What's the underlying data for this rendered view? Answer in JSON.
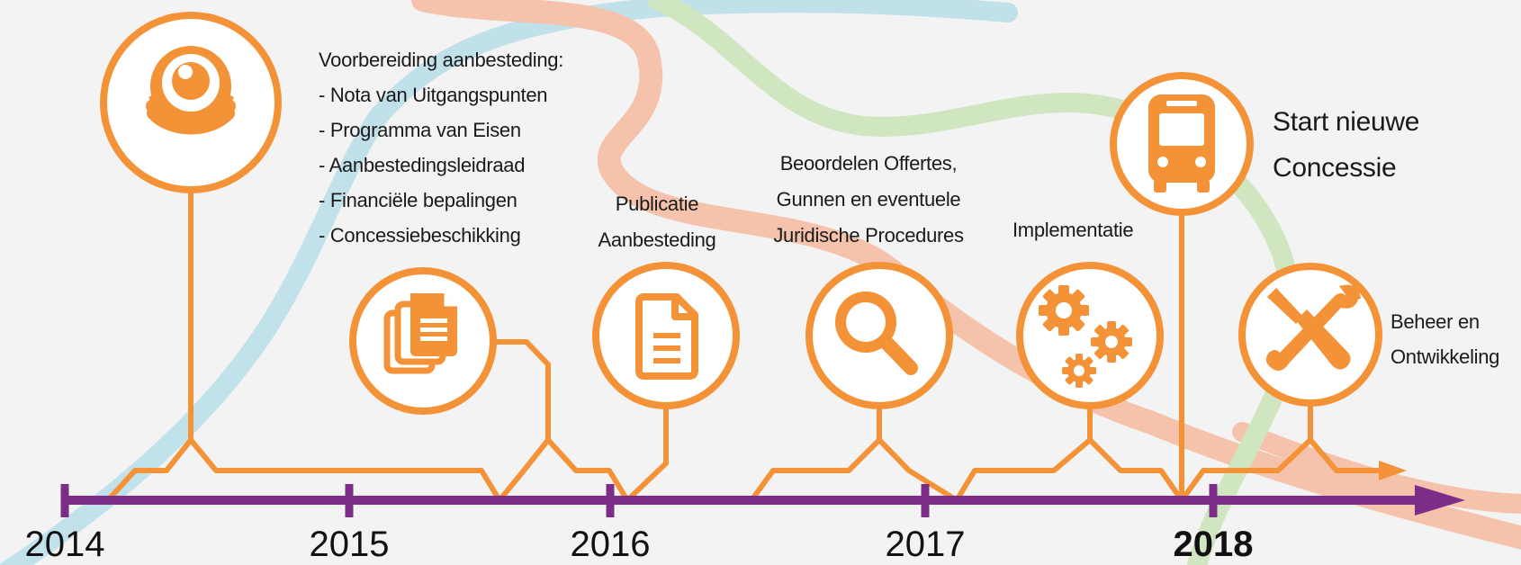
{
  "colors": {
    "orange": "#F39236",
    "purple": "#7B2D87",
    "bg_blue": "#BEE0EA",
    "bg_salmon": "#F6C1A9",
    "bg_green": "#CFE6BF"
  },
  "labels": {
    "preparation_title": "Voorbereiding aanbesteding:",
    "preparation_items": [
      "- Nota van Uitgangspunten",
      "- Programma van Eisen",
      "- Aanbestedingsleidraad",
      "- Financiële bepalingen",
      "- Concessiebeschikking"
    ],
    "publication": [
      "Publicatie",
      "Aanbesteding"
    ],
    "assessment": [
      "Beoordelen Offertes,",
      "Gunnen en eventuele",
      "Juridische Procedures"
    ],
    "implementation": "Implementatie",
    "start": [
      "Start nieuwe",
      "Concessie"
    ],
    "management": [
      "Beheer en",
      "Ontwikkeling"
    ]
  },
  "years": [
    "2014",
    "2015",
    "2016",
    "2017",
    "2018"
  ],
  "highlight_year": "2018",
  "icons": [
    "eye-icon",
    "documents-icon",
    "document-icon",
    "magnifier-icon",
    "gears-icon",
    "bus-icon",
    "tools-icon"
  ]
}
